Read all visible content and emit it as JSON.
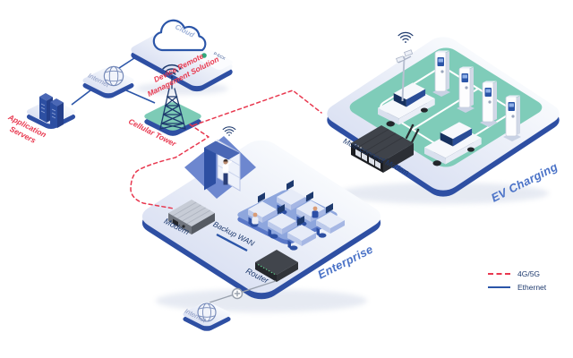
{
  "diagram": {
    "cloud_platform": {
      "cloud_label": "Cloud",
      "logo_text": "P-ECX",
      "caption": "Device Remote\nManagement Solution"
    },
    "internet_top": {
      "label": "Internet"
    },
    "application_servers": {
      "caption": "Application\nServers"
    },
    "cellular_tower": {
      "caption": "Cellular Tower"
    },
    "ev_site": {
      "site_label": "EV Charging",
      "modem_label": "Multi-connect Modem",
      "stations_count": 4,
      "cars_count": 2
    },
    "enterprise_site": {
      "site_label": "Enterprise",
      "modem_label": "Modem",
      "backup_wan_label": "Backup WAN",
      "router_label": "Router"
    },
    "internet_bottom": {
      "label": "Internet"
    }
  },
  "legend": {
    "items": [
      {
        "label": "4G/5G",
        "style": "dashed",
        "color": "#e8384f"
      },
      {
        "label": "Ethernet",
        "style": "solid",
        "color": "#2b55a8"
      }
    ]
  },
  "icons": {
    "cloud": "cloud-icon",
    "globe": "globe-icon",
    "wifi": "wifi-icon",
    "tower": "cell-tower-icon",
    "plus_node": "plus-node-icon"
  },
  "colors": {
    "cellular_red": "#e8384f",
    "ethernet_blue": "#2b55a8",
    "navy_text": "#1e3a6e",
    "site_label_blue": "#4a72c7",
    "mint_green": "#7fccb9",
    "tile_edge_blue": "#2e4fa3"
  }
}
